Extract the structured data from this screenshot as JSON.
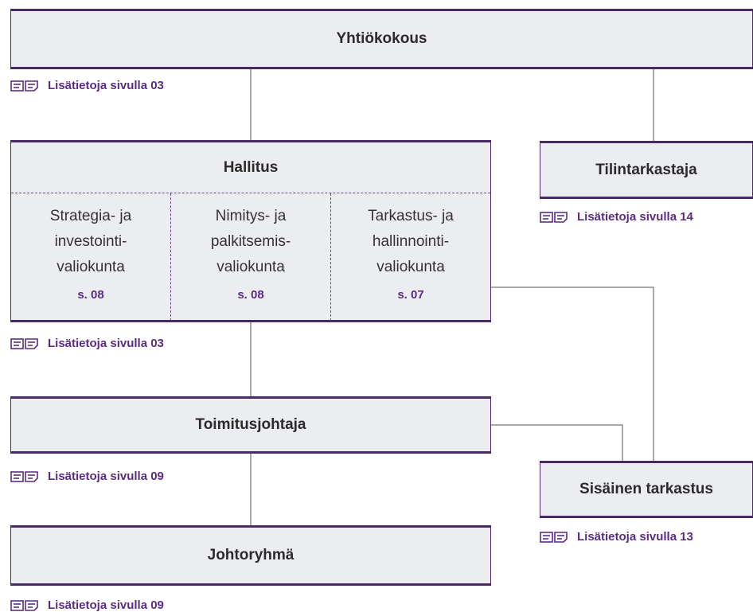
{
  "boxes": {
    "yhtiokokous": "Yhtiökokous",
    "hallitus": "Hallitus",
    "tilintarkastaja": "Tilintarkastaja",
    "toimitusjohtaja": "Toimitusjohtaja",
    "sisainen_tarkastus": "Sisäinen tarkastus",
    "johtoryhma": "Johtoryhmä"
  },
  "committees": [
    {
      "name": "Strategia- ja\ninvestointi-\nvaliokunta",
      "page": "s. 08"
    },
    {
      "name": "Nimitys- ja\npalkitsemis-\nvaliokunta",
      "page": "s. 08"
    },
    {
      "name": "Tarkastus- ja\nhallinnointi-\nvaliokunta",
      "page": "s. 07"
    }
  ],
  "references": {
    "yhtiokokous": "Lisätietoja sivulla 03",
    "tilintarkastaja": "Lisätietoja sivulla 14",
    "hallitus": "Lisätietoja sivulla 03",
    "toimitusjohtaja": "Lisätietoja sivulla 09",
    "sisainen_tarkastus": "Lisätietoja sivulla 13",
    "johtoryhma": "Lisätietoja sivulla 09"
  },
  "icons": {
    "reference": "document-lines-icon"
  },
  "colors": {
    "accent": "#5a2d82",
    "border": "#4a2a63",
    "box_fill": "#ecedf0",
    "connector": "#555555"
  }
}
